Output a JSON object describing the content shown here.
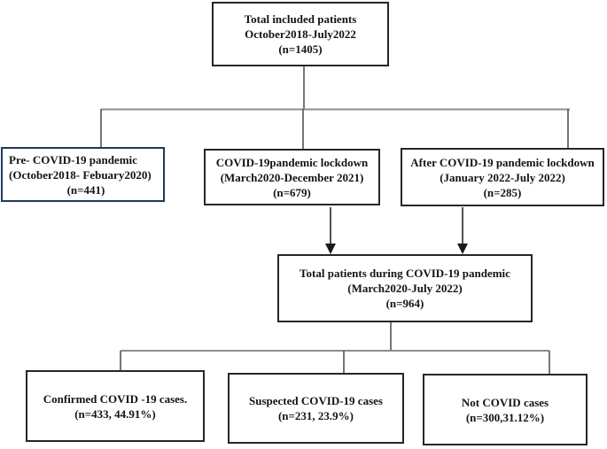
{
  "diagram": {
    "type": "flowchart",
    "colors": {
      "box_border": "#262626",
      "pre_box_border": "#1f3864",
      "connector_line": "#8c8c8c",
      "arrow": "#1a1a1a",
      "text": "#141414",
      "background": "#ffffff"
    },
    "nodes": {
      "total_included": {
        "lines": [
          "Total included patients",
          "October2018-July2022",
          "(n=1405)"
        ]
      },
      "pre_pandemic": {
        "lines": [
          "Pre- COVID-19 pandemic",
          "(October2018- Febuary2020)",
          "(n=441)"
        ]
      },
      "lockdown": {
        "lines": [
          "COVID-19pandemic lockdown",
          "(March2020-December 2021)",
          "(n=679)"
        ]
      },
      "after_lockdown": {
        "lines": [
          "After COVID-19 pandemic lockdown",
          "(January 2022-July 2022)",
          "(n=285)"
        ]
      },
      "total_pandemic": {
        "lines": [
          "Total patients during COVID-19 pandemic",
          "(March2020-July 2022)",
          "(n=964)"
        ]
      },
      "confirmed": {
        "lines": [
          "Confirmed COVID -19 cases.",
          "(n=433, 44.91%)"
        ]
      },
      "suspected": {
        "lines": [
          "Suspected COVID-19 cases",
          "(n=231, 23.9%)"
        ]
      },
      "not_covid": {
        "lines": [
          "Not COVID cases",
          "(n=300,31.12%)"
        ]
      }
    },
    "edges": [
      {
        "from": "total_included",
        "to": "pre_pandemic",
        "arrow": false
      },
      {
        "from": "total_included",
        "to": "lockdown",
        "arrow": false
      },
      {
        "from": "total_included",
        "to": "after_lockdown",
        "arrow": false
      },
      {
        "from": "lockdown",
        "to": "total_pandemic",
        "arrow": true
      },
      {
        "from": "after_lockdown",
        "to": "total_pandemic",
        "arrow": true
      },
      {
        "from": "total_pandemic",
        "to": "confirmed",
        "arrow": false
      },
      {
        "from": "total_pandemic",
        "to": "suspected",
        "arrow": false
      },
      {
        "from": "total_pandemic",
        "to": "not_covid",
        "arrow": false
      }
    ]
  }
}
